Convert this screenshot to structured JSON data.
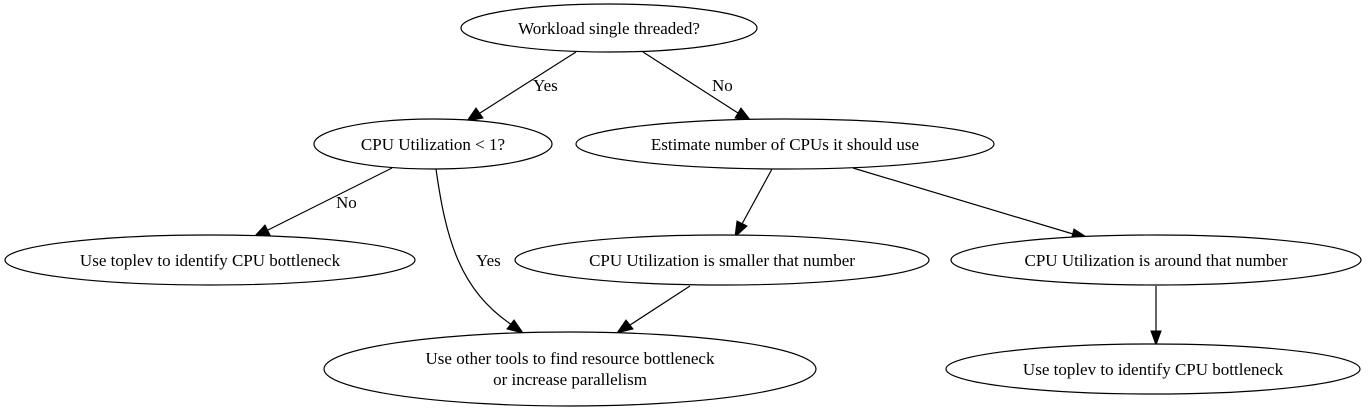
{
  "diagram": {
    "nodes": {
      "root": {
        "lines": [
          "Workload single threaded?"
        ]
      },
      "cpu_lt_1": {
        "lines": [
          "CPU Utilization < 1?"
        ]
      },
      "estimate": {
        "lines": [
          "Estimate number of CPUs it should use"
        ]
      },
      "toplev_left": {
        "lines": [
          "Use toplev to identify CPU bottleneck"
        ]
      },
      "smaller": {
        "lines": [
          "CPU Utilization is smaller that number"
        ]
      },
      "around": {
        "lines": [
          "CPU Utilization is around that number"
        ]
      },
      "other_tools": {
        "lines": [
          "Use other tools to find resource bottleneck",
          "or increase parallelism"
        ]
      },
      "toplev_right": {
        "lines": [
          "Use toplev to identify CPU bottleneck"
        ]
      }
    },
    "edges": [
      {
        "from": "root",
        "to": "cpu_lt_1",
        "label": "Yes"
      },
      {
        "from": "root",
        "to": "estimate",
        "label": "No"
      },
      {
        "from": "cpu_lt_1",
        "to": "toplev_left",
        "label": "No"
      },
      {
        "from": "cpu_lt_1",
        "to": "other_tools",
        "label": "Yes"
      },
      {
        "from": "estimate",
        "to": "smaller",
        "label": ""
      },
      {
        "from": "estimate",
        "to": "around",
        "label": ""
      },
      {
        "from": "smaller",
        "to": "other_tools",
        "label": ""
      },
      {
        "from": "around",
        "to": "toplev_right",
        "label": ""
      }
    ]
  }
}
